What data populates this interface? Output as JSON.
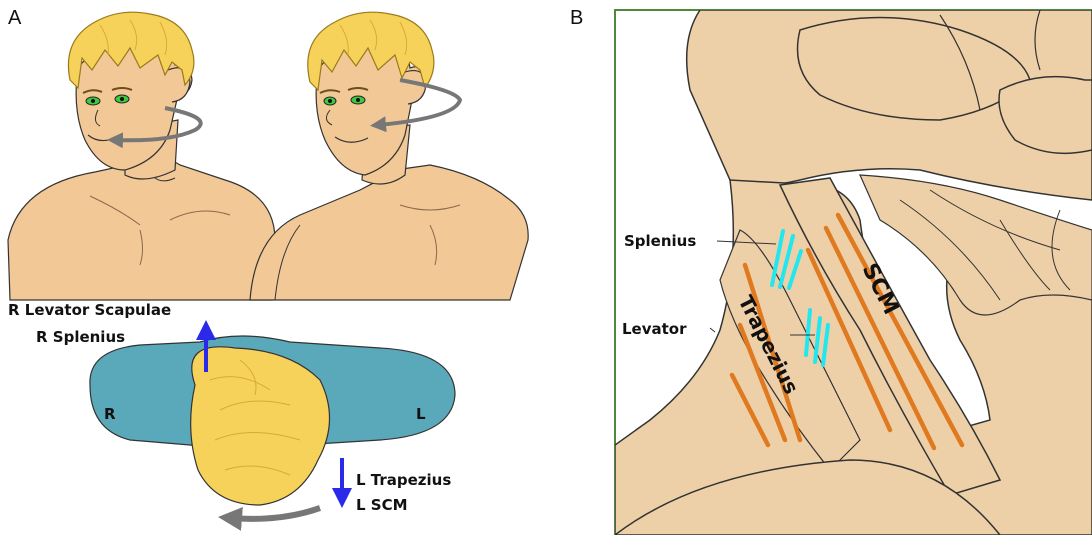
{
  "panels": {
    "a": {
      "letter": "A",
      "top_view": {
        "side_right": "R",
        "side_left": "L",
        "label_up_1": "R Levator Scapulae",
        "label_up_2": "R Splenius",
        "label_down_1": "L Trapezius",
        "label_down_2": "L SCM"
      }
    },
    "b": {
      "letter": "B",
      "labels": {
        "splenius": "Splenius",
        "levator": "Levator",
        "trapezius": "Trapezius",
        "scm": "SCM"
      }
    }
  },
  "colors": {
    "skin": "#f1c896",
    "skin_shadow": "#d9a878",
    "hair": "#f6d25a",
    "hair_shade": "#d8ac2e",
    "eye": "#3ec93e",
    "pillow": "#5aa9bb",
    "arrow_blue": "#2a2ae8",
    "rotation_arrow": "#777777",
    "anatomy_fill": "#eed0a8",
    "frame_green": "#4d8a3c",
    "orange_stroke": "#e07a20",
    "cyan_stroke": "#22e6f0"
  }
}
